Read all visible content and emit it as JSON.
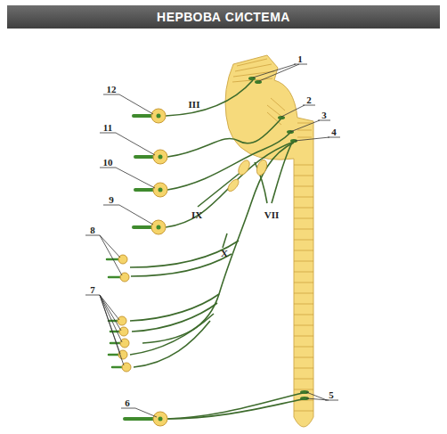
{
  "diagram": {
    "title": "НЕРВОВА СИСТЕМА",
    "labels": [
      "1",
      "2",
      "3",
      "4",
      "5",
      "6",
      "7",
      "8",
      "9",
      "10",
      "11",
      "12",
      "III",
      "IX",
      "VII",
      "X"
    ]
  }
}
